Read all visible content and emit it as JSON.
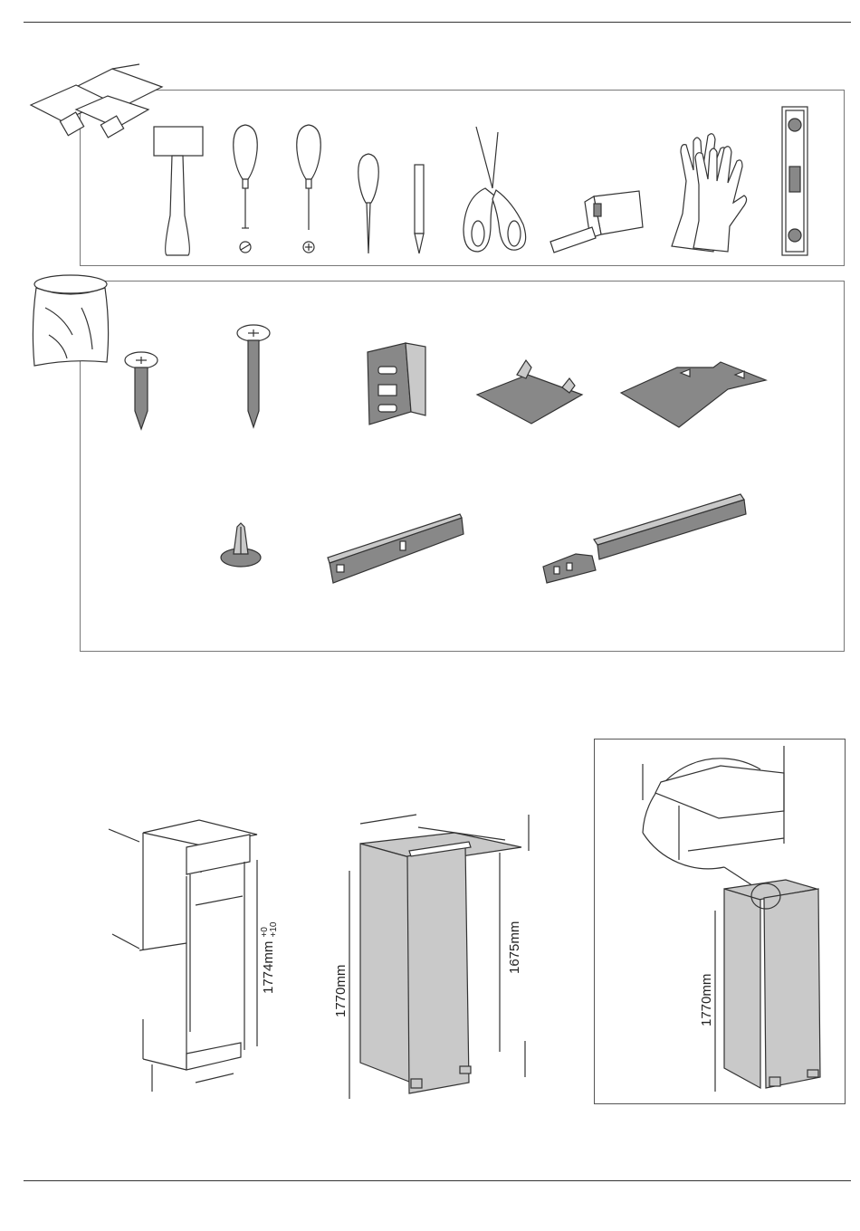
{
  "dimensions": {
    "niche_height_value": "1774mm",
    "niche_height_tol_upper": "+0",
    "niche_height_tol_lower": "+10",
    "appliance_height": "1770mm",
    "door_height": "1675mm",
    "inset_appliance_height": "1770mm"
  },
  "tools": [
    "hammer-icon",
    "flat-screwdriver-icon",
    "phillips-screwdriver-icon",
    "awl-icon",
    "pencil-icon",
    "scissors-icon",
    "tape-measure-icon",
    "gloves-icon",
    "spirit-level-icon"
  ],
  "parts": [
    "short-screw-icon",
    "long-screw-icon",
    "hinge-bracket-icon",
    "cover-cap-icon",
    "angle-plate-icon",
    "plastic-clip-icon",
    "slide-rail-icon",
    "long-rail-icon"
  ],
  "colors": {
    "part_fill": "#888888",
    "appliance_fill": "#c9c9c9",
    "line": "#333333"
  }
}
